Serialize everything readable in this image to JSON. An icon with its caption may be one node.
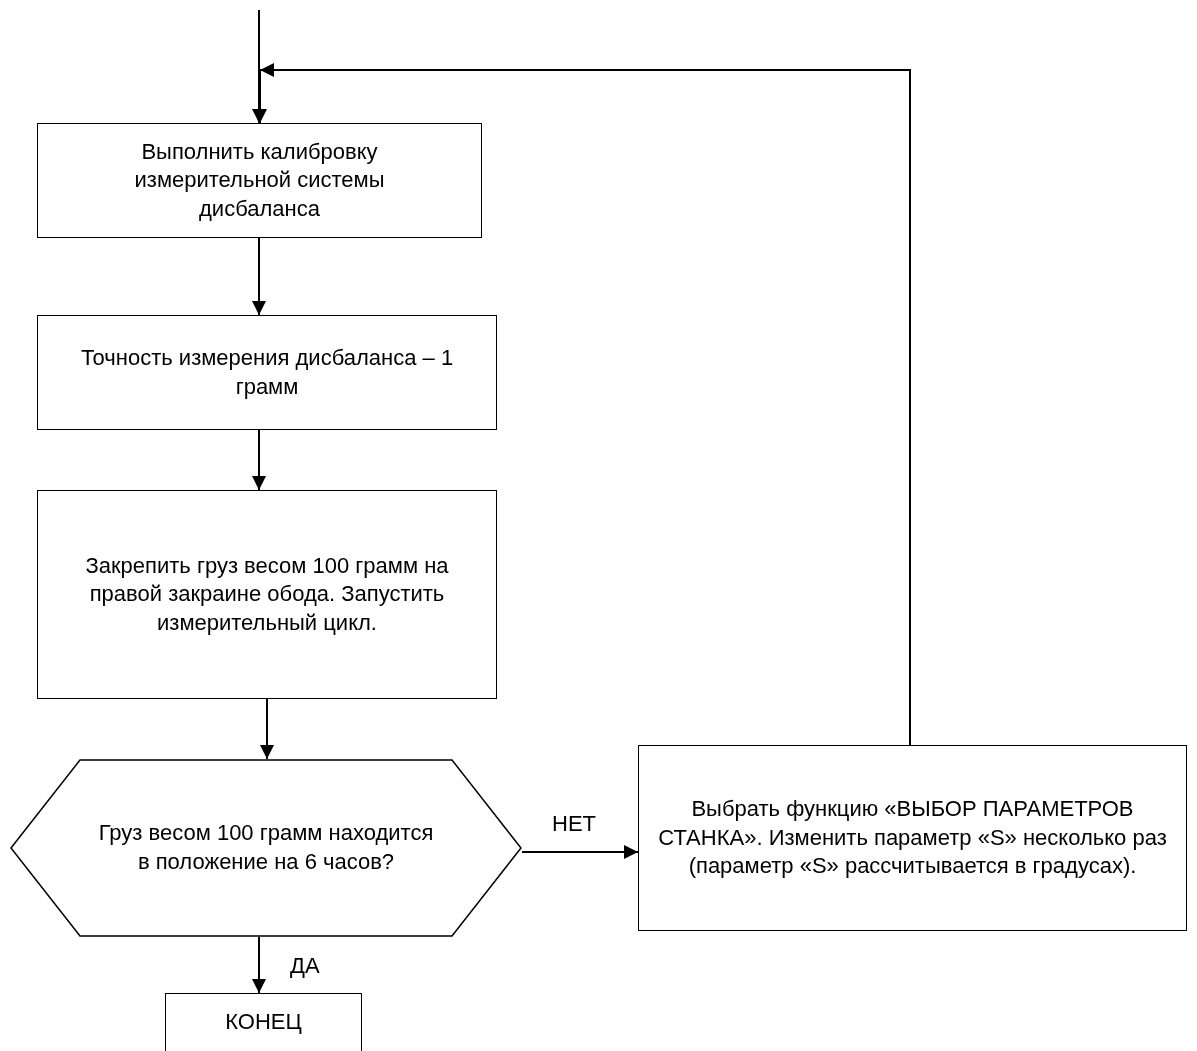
{
  "diagram": {
    "nodes": [
      {
        "text": [
          "Выполнить калибровку измерительной системы дисбаланса"
        ]
      },
      {
        "text": [
          "Точность измерения дисбаланса – 1 грамм"
        ]
      },
      {
        "text": [
          "Закрепить груз весом 100 грамм на правой закраине обода. Запустить измерительный цикл."
        ]
      },
      {
        "text": [
          "Груз весом 100 грамм находится в положение на 6 часов?"
        ]
      },
      {
        "text": [
          "Выбрать функцию «ВЫБОР ПАРАМЕТРОВ СТАНКА». Изменить параметр «S» несколько раз (параметр «S» рассчитывается в градусах)."
        ]
      },
      {
        "text": [
          "КОНЕЦ"
        ]
      }
    ],
    "edges": [
      {
        "from": null,
        "to": 0,
        "arrow": "to"
      },
      {
        "from": 0,
        "to": 1,
        "arrow": "to"
      },
      {
        "from": 1,
        "to": 2,
        "arrow": "to"
      },
      {
        "from": 2,
        "to": 3,
        "arrow": "to"
      },
      {
        "from": 3,
        "to": 4,
        "arrow": "to",
        "label": "НЕТ"
      },
      {
        "from": 3,
        "to": 5,
        "arrow": "to",
        "label": "ДА"
      },
      {
        "from": 4,
        "to": 0,
        "arrow": "to"
      }
    ]
  }
}
